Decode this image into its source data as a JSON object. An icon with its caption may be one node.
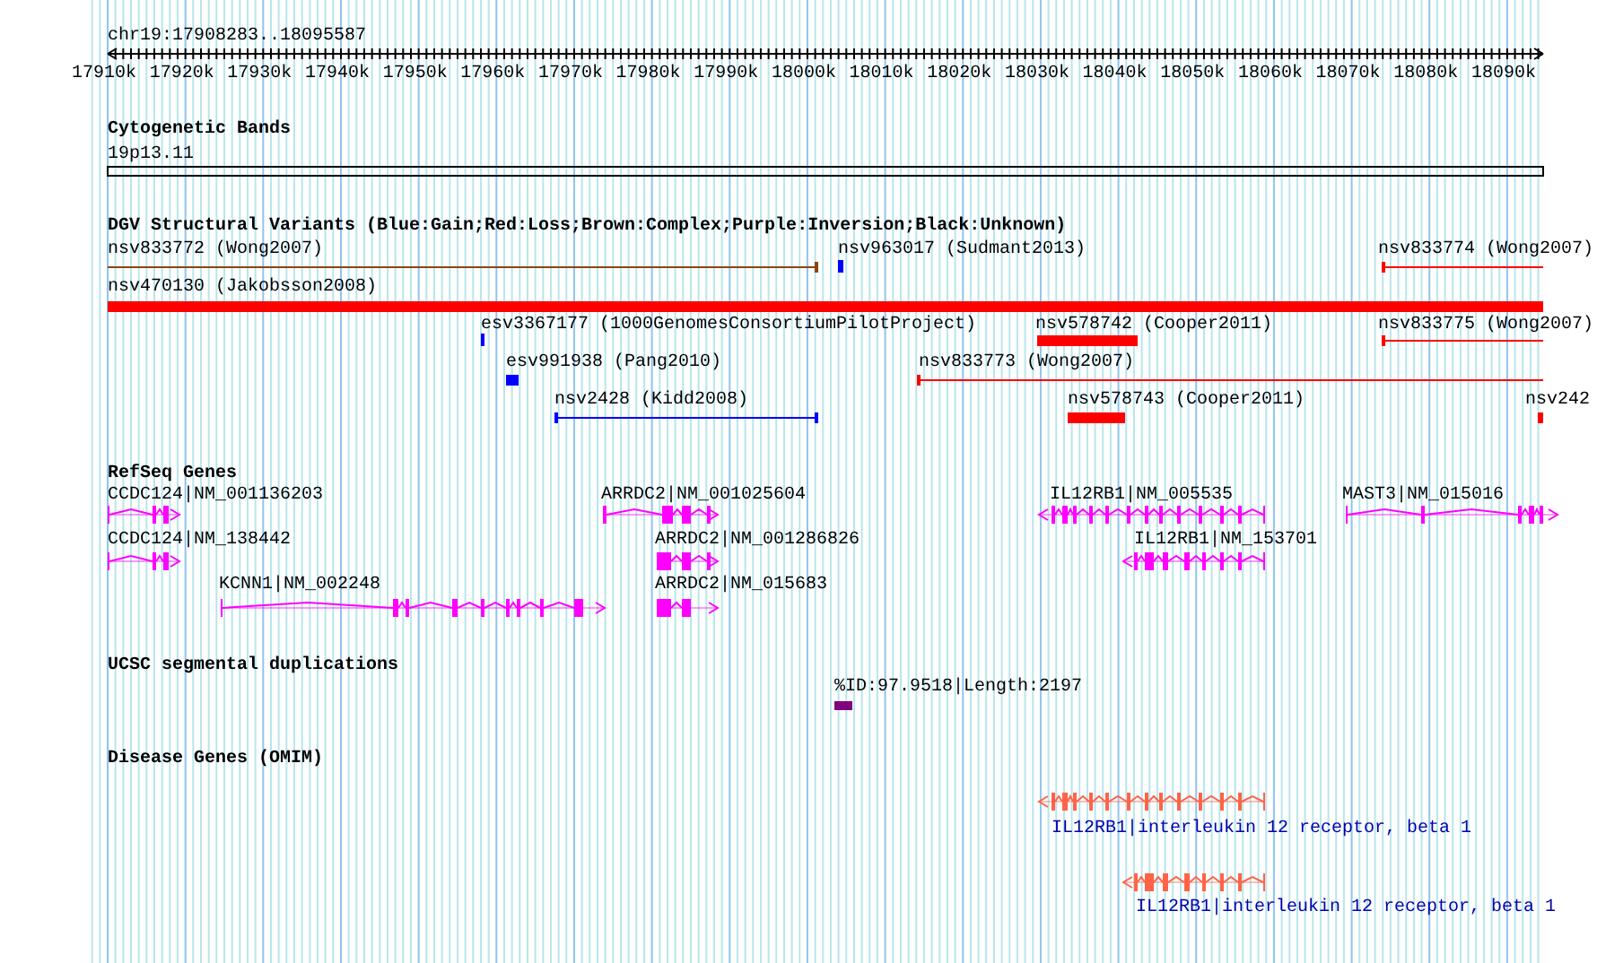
{
  "diagram": {
    "labels": [
      "chr19:17908283..18095587",
      "17910k",
      "17920k",
      "17930k",
      "17940k",
      "17950k",
      "17960k",
      "17970k",
      "17980k",
      "17990k",
      "18000k",
      "18010k",
      "18020k",
      "18030k",
      "18040k",
      "18050k",
      "18060k",
      "18070k",
      "18080k",
      "18090k",
      "Cytogenetic Bands",
      "19p13.11",
      "DGV Structural Variants (Blue:Gain;Red:Loss;Brown:Complex;Purple:Inversion;Black:Unknown)",
      "nsv833772 (Wong2007)",
      "nsv963017 (Sudmant2013)",
      "nsv833774 (Wong2007)",
      "nsv470130 (Jakobsson2008)",
      "esv3367177 (1000GenomesConsortiumPilotProject)",
      "nsv578742 (Cooper2011)",
      "nsv833775 (Wong2007)",
      "esv991938 (Pang2010)",
      "nsv833773 (Wong2007)",
      "nsv2428 (Kidd2008)",
      "nsv578743 (Cooper2011)",
      "nsv242",
      "RefSeq Genes",
      "CCDC124|NM_001136203",
      "ARRDC2|NM_001025604",
      "IL12RB1|NM_005535",
      "MAST3|NM_015016",
      "CCDC124|NM_138442",
      "ARRDC2|NM_001286826",
      "IL12RB1|NM_153701",
      "KCNN1|NM_002248",
      "ARRDC2|NM_015683",
      "UCSC segmental duplications",
      "%ID:97.9518|Length:2197",
      "Disease Genes (OMIM)",
      "IL12RB1|interleukin 12 receptor, beta 1",
      "IL12RB1|interleukin 12 receptor, beta 1"
    ]
  }
}
